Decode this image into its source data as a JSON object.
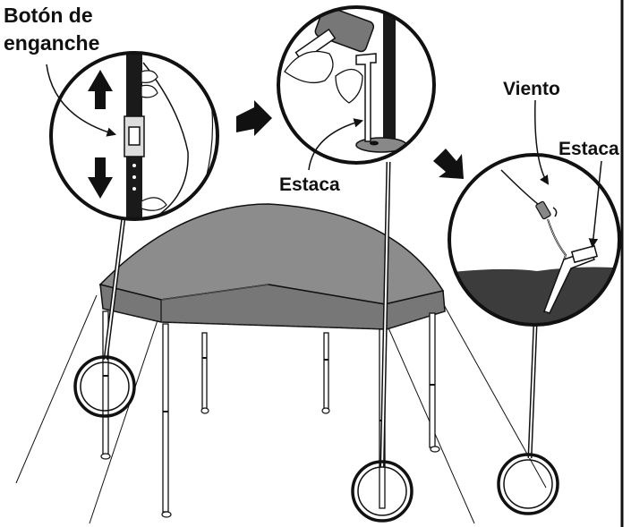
{
  "labels": {
    "latch_button_line1": "Botón de",
    "latch_button_line2": "enganche",
    "stake_1": "Estaca",
    "wind": "Viento",
    "stake_2": "Estaca"
  },
  "icons": [
    "arrow-up-icon",
    "arrow-down-icon",
    "arrow-right-icon",
    "arrow-down-right-icon"
  ],
  "colors": {
    "canopy_top": "#8c8c8c",
    "canopy_valance": "#777777",
    "ground": "#3c3c3c",
    "stroke": "#111111",
    "background": "#ffffff"
  }
}
